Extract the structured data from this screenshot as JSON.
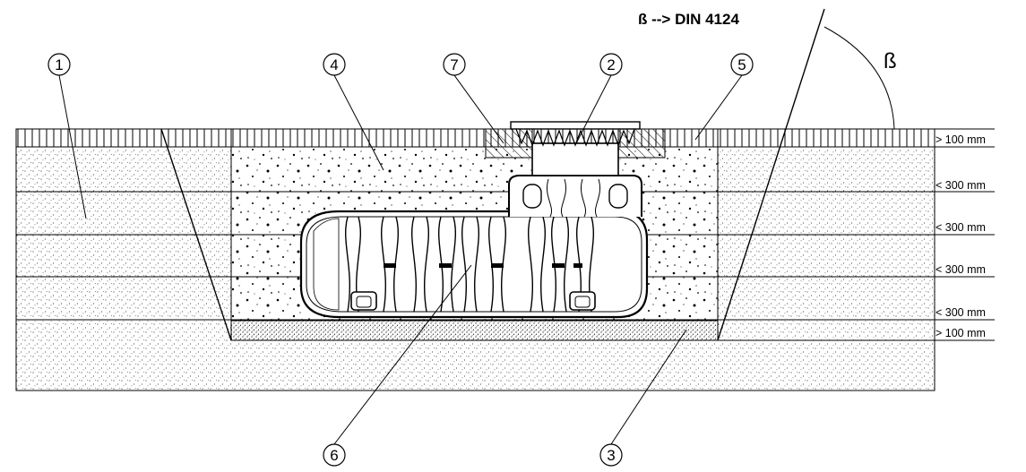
{
  "standard_note": "ß --> DIN  4124",
  "angle_symbol": "ß",
  "callouts": [
    {
      "id": "1",
      "label": "1"
    },
    {
      "id": "2",
      "label": "2"
    },
    {
      "id": "3",
      "label": "3"
    },
    {
      "id": "4",
      "label": "4"
    },
    {
      "id": "5",
      "label": "5"
    },
    {
      "id": "6",
      "label": "6"
    },
    {
      "id": "7",
      "label": "7"
    }
  ],
  "dimensions": [
    {
      "label": "> 100 mm"
    },
    {
      "label": "< 300 mm"
    },
    {
      "label": "< 300 mm"
    },
    {
      "label": "< 300 mm"
    },
    {
      "label": "< 300 mm"
    },
    {
      "label": "> 100 mm"
    }
  ],
  "colors": {
    "line": "#000000",
    "background": "#ffffff"
  }
}
